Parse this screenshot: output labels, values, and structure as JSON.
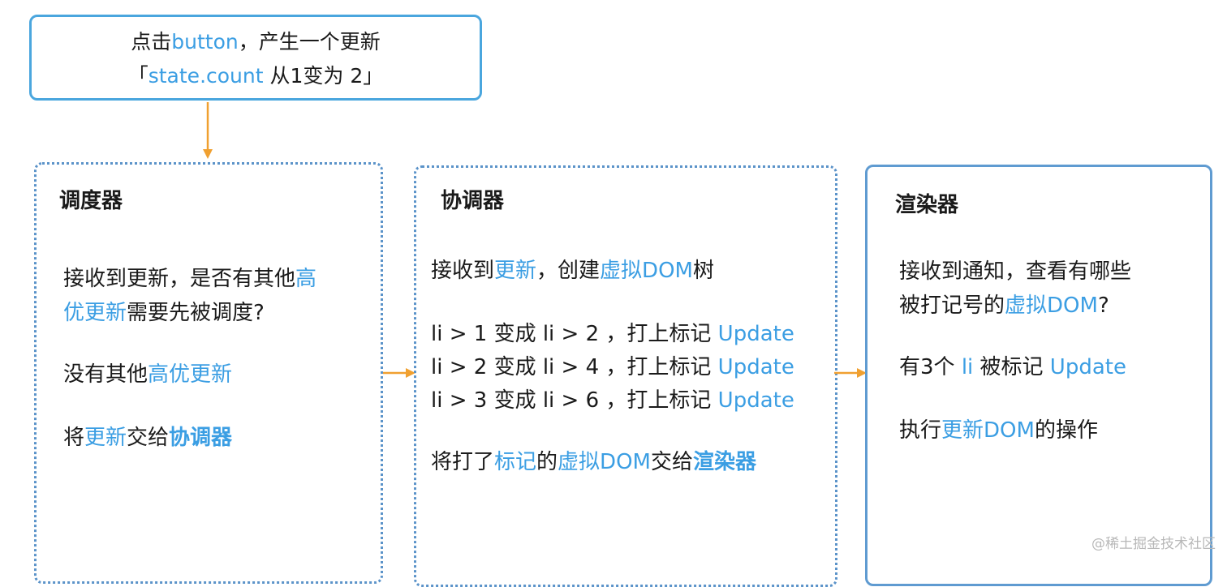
{
  "top_box": {
    "line1": {
      "prefix": "点击",
      "hl": "button",
      "suffix": "，产生一个更新"
    },
    "line2": {
      "open": "「",
      "hl": "state.count",
      "suffix": " 从1变为 2」"
    }
  },
  "scheduler": {
    "title": "调度器",
    "l1": {
      "text": "接收到更新，是否有其他",
      "hl": "高"
    },
    "l2": {
      "hl": "优更新",
      "text": "需要先被调度?"
    },
    "l3": {
      "text": "没有其他",
      "hl": "高优更新"
    },
    "l4": {
      "a": "将",
      "b": "更新",
      "c": "交给",
      "d": "协调器"
    }
  },
  "reconciler": {
    "title": "协调器",
    "l1": {
      "a": "接收到",
      "b": "更新",
      "c": "，创建",
      "d": "虚拟DOM",
      "e": "树"
    },
    "items": [
      {
        "text": "li > 1 变成 li > 2 ，打上标记 ",
        "hl": "Update"
      },
      {
        "text": "li > 2 变成 li > 4 ，打上标记 ",
        "hl": "Update"
      },
      {
        "text": "li > 3 变成 li > 6 ，打上标记 ",
        "hl": "Update"
      }
    ],
    "l5": {
      "a": "将打了",
      "b": "标记",
      "c": "的",
      "d": "虚拟DOM",
      "e": "交给",
      "f": "渲染器"
    }
  },
  "renderer": {
    "title": "渲染器",
    "l1": {
      "text": "接收到通知，查看有哪些"
    },
    "l2": {
      "a": "被打记号的",
      "b": "虚拟DOM",
      "c": "?"
    },
    "l3": {
      "a": "有3个 ",
      "b": "li",
      "c": " 被标记 ",
      "d": "Update"
    },
    "l4": {
      "a": "执行",
      "b": "更新DOM",
      "c": "的操作"
    }
  },
  "watermark": "@稀土掘金技术社区",
  "colors": {
    "accent": "#3b9ee3",
    "arrow": "#f0a030",
    "border": "#4aa6de"
  }
}
